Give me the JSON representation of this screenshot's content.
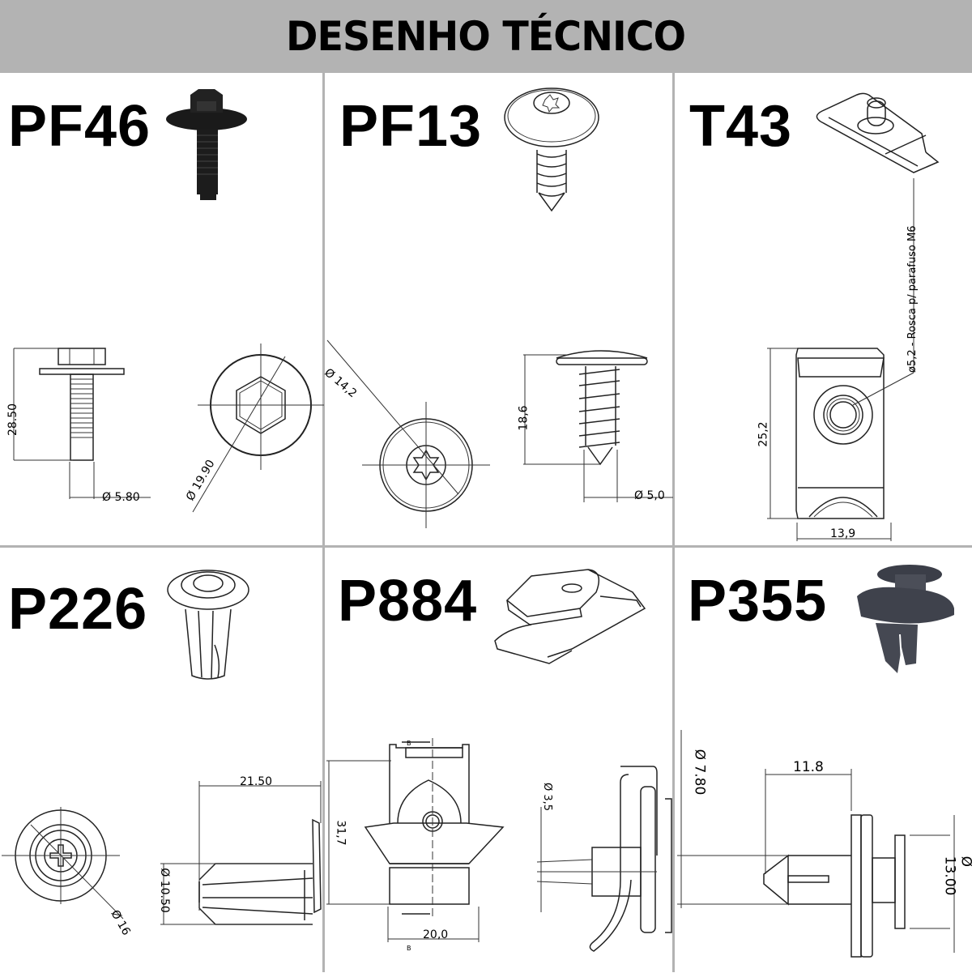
{
  "header": {
    "title": "DESENHO TÉCNICO",
    "background": "#b3b3b3"
  },
  "grid": {
    "line_color": "#b3b3b3",
    "columns": 3,
    "rows": 2
  },
  "parts": [
    {
      "code": "PF46",
      "thumbnail": "black-hex-flange-bolt-icon",
      "dimensions": {
        "length": "28.50",
        "thread_diameter": "Ø 5.80",
        "flange_diameter": "Ø 19.90"
      }
    },
    {
      "code": "PF13",
      "thumbnail": "torx-flange-screw-icon",
      "dimensions": {
        "head_diameter": "Ø 14,2",
        "length": "18,6",
        "thread_diameter": "Ø 5,0"
      }
    },
    {
      "code": "T43",
      "thumbnail": "u-nut-clip-icon",
      "dimensions": {
        "height": "25,2",
        "width": "13,9",
        "note": "ø5,2 - Rosca p/ parafuso M6"
      }
    },
    {
      "code": "P226",
      "thumbnail": "plastic-expansion-nut-icon",
      "dimensions": {
        "head_diameter": "Ø 16",
        "length": "21.50",
        "body_diameter": "Ø 10.50"
      }
    },
    {
      "code": "P884",
      "thumbnail": "metal-spring-clip-icon",
      "dimensions": {
        "height": "31,7",
        "width": "20,0",
        "hole_diameter": "Ø 3,5",
        "section_label": "B"
      }
    },
    {
      "code": "P355",
      "thumbnail": "push-rivet-clip-icon",
      "dimensions": {
        "shank_diameter": "Ø 7.80",
        "length": "11.8",
        "head_diameter": "Ø 13.00"
      }
    }
  ]
}
